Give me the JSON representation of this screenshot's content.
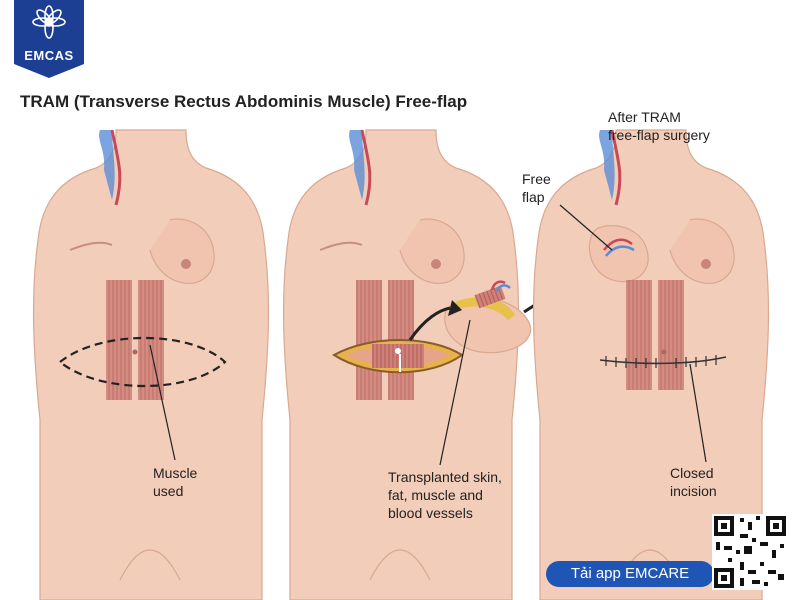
{
  "brand": {
    "name": "EMCAS",
    "color": "#1d3f93"
  },
  "title": "TRAM (Transverse Rectus Abdominis Muscle)  Free-flap",
  "labels": {
    "muscle_used": [
      "Muscle",
      "used"
    ],
    "transplanted": [
      "Transplanted skin,",
      "fat, muscle and",
      "blood vessels"
    ],
    "after": [
      "After TRAM",
      "free-flap surgery"
    ],
    "free_flap": [
      "Free",
      "flap"
    ],
    "closed_incision": [
      "Closed",
      "incision"
    ]
  },
  "promo": {
    "text": "Tải app EMCARE",
    "color": "#1f55b5"
  },
  "icons": {
    "logo": "flower-logo-icon",
    "qr": "qr-code-icon"
  }
}
